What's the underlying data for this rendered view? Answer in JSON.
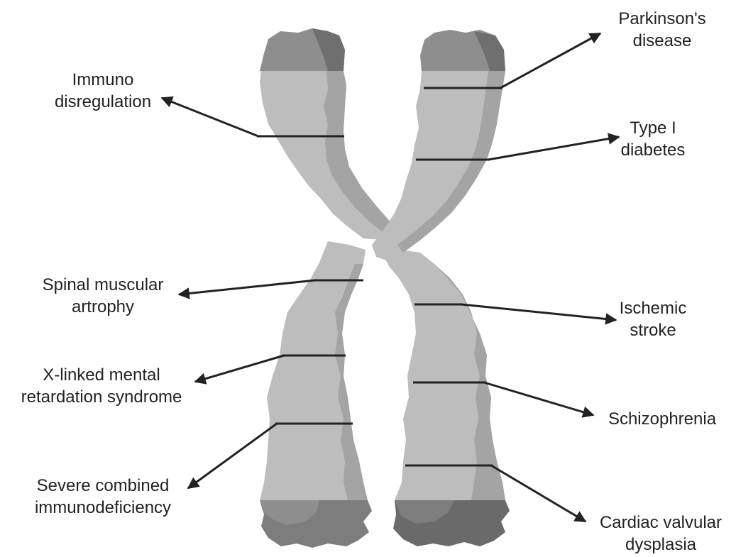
{
  "colors": {
    "light": "#bdbdbd",
    "mid": "#a4a4a4",
    "dark": "#7d7d7d",
    "darker": "#6a6a6a",
    "line": "#222222"
  },
  "labels": {
    "parkinsons": [
      "Parkinson's",
      "disease"
    ],
    "immuno": [
      "Immuno",
      "disregulation"
    ],
    "type1": [
      "Type I",
      "diabetes"
    ],
    "sma": [
      "Spinal muscular",
      "artrophy"
    ],
    "ischemic": [
      "Ischemic",
      "stroke"
    ],
    "xlinked": [
      "X-linked mental",
      "retardation syndrome"
    ],
    "schizo": [
      "Schizophrenia"
    ],
    "scid": [
      "Severe combined",
      "immunodeficiency"
    ],
    "cardiac": [
      "Cardiac valvular",
      "dysplasia"
    ]
  }
}
